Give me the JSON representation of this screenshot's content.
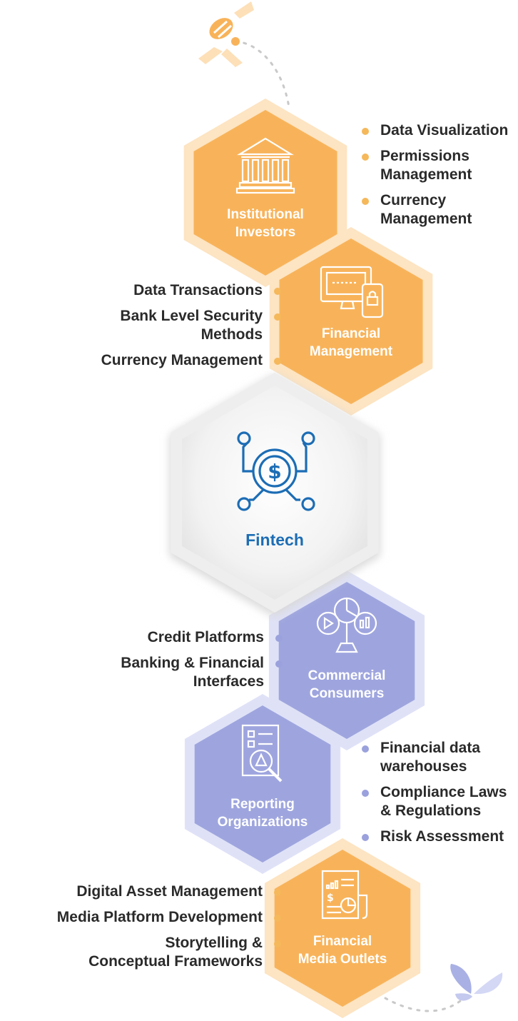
{
  "center": {
    "title": "Fintech",
    "icon": "circuit-dollar-icon"
  },
  "colors": {
    "orange": "#f8b35a",
    "orange_light": "#fde4c2",
    "purple": "#9ea5de",
    "purple_light": "#dfe2f7",
    "blue": "#1c6db5",
    "text": "#2a2a2a"
  },
  "nodes": [
    {
      "id": "institutional-investors",
      "lines": [
        "Institutional",
        "Investors"
      ],
      "icon": "bank-building-icon",
      "color": "orange",
      "bullets": [
        [
          "Data Visualization"
        ],
        [
          "Permissions",
          "Management"
        ],
        [
          "Currency",
          "Management"
        ]
      ]
    },
    {
      "id": "financial-management",
      "lines": [
        "Financial",
        "Management"
      ],
      "icon": "monitor-phone-icon",
      "color": "orange",
      "bullets": [
        [
          "Data Transactions"
        ],
        [
          "Bank Level Security",
          "Methods"
        ],
        [
          "Currency Management"
        ]
      ]
    },
    {
      "id": "commercial-consumers",
      "lines": [
        "Commercial",
        "Consumers"
      ],
      "icon": "analytics-tree-icon",
      "color": "purple",
      "bullets": [
        [
          "Credit Platforms"
        ],
        [
          "Banking & Financial",
          "Interfaces"
        ]
      ]
    },
    {
      "id": "reporting-organizations",
      "lines": [
        "Reporting",
        "Organizations"
      ],
      "icon": "report-magnifier-icon",
      "color": "purple",
      "bullets": [
        [
          "Financial data",
          "warehouses"
        ],
        [
          "Compliance Laws",
          "& Regulations"
        ],
        [
          "Risk Assessment"
        ]
      ]
    },
    {
      "id": "financial-media-outlets",
      "lines": [
        "Financial",
        "Media Outlets"
      ],
      "icon": "news-report-icon",
      "color": "orange",
      "bullets": [
        [
          "Digital Asset Management"
        ],
        [
          "Media Platform Development"
        ],
        [
          "Storytelling &",
          "Conceptual Frameworks"
        ]
      ]
    }
  ]
}
